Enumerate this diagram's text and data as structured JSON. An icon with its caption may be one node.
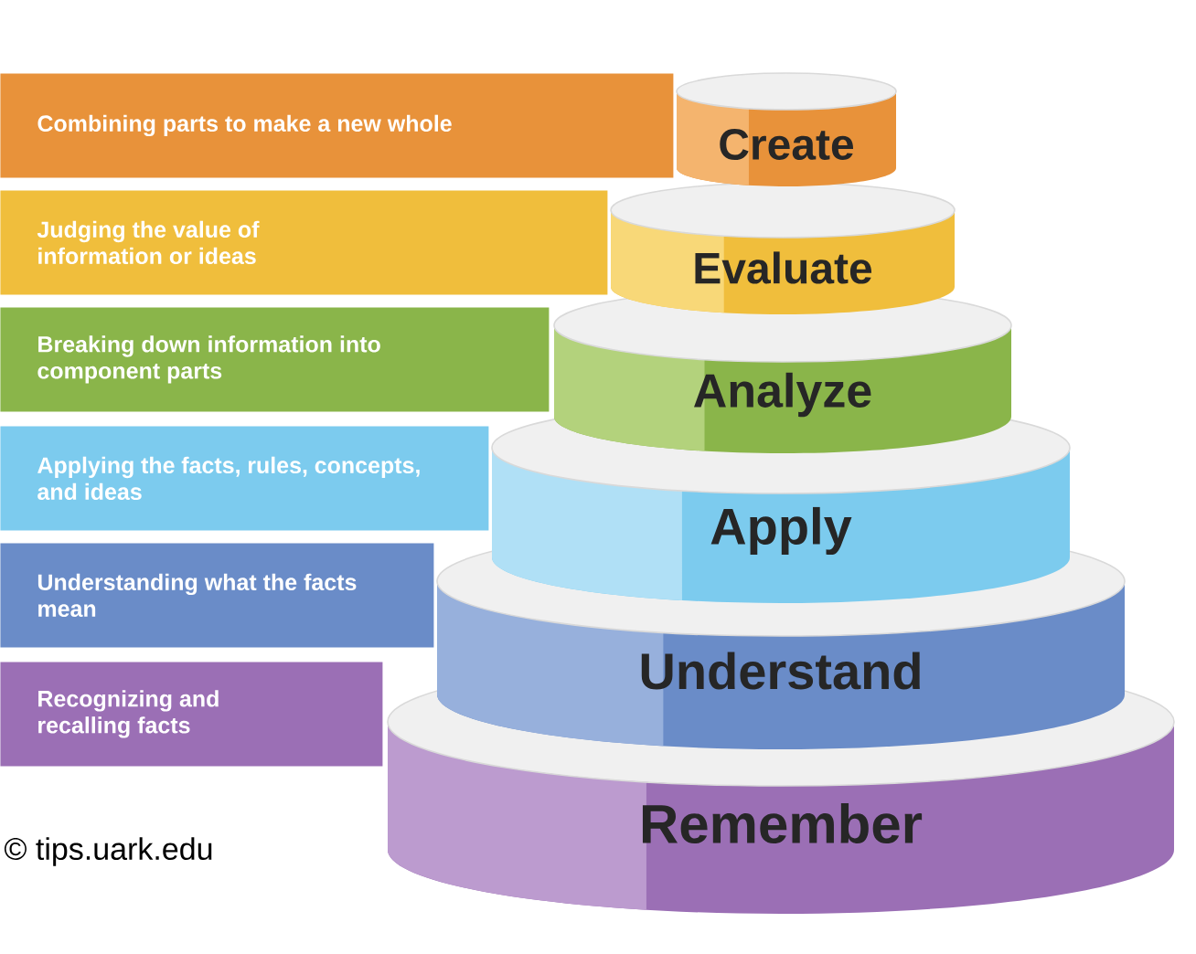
{
  "diagram": {
    "nodes": [
      {
        "text": [
          "Combining parts to make a new whole"
        ]
      },
      {
        "text": [
          "Create"
        ]
      },
      {
        "text": [
          "Judging the value of information or ideas"
        ]
      },
      {
        "text": [
          "Evaluate"
        ]
      },
      {
        "text": [
          "Breaking down information into component parts"
        ]
      },
      {
        "text": [
          "Analyze"
        ]
      },
      {
        "text": [
          "Applying the facts, rules, concepts, and ideas"
        ]
      },
      {
        "text": [
          "Apply"
        ]
      },
      {
        "text": [
          "Understanding what the facts mean"
        ]
      },
      {
        "text": [
          "Understand"
        ]
      },
      {
        "text": [
          "Recognizing and recalling facts"
        ]
      },
      {
        "text": [
          "Remember"
        ]
      }
    ],
    "labels": [
      "© tips.uark.edu"
    ]
  }
}
